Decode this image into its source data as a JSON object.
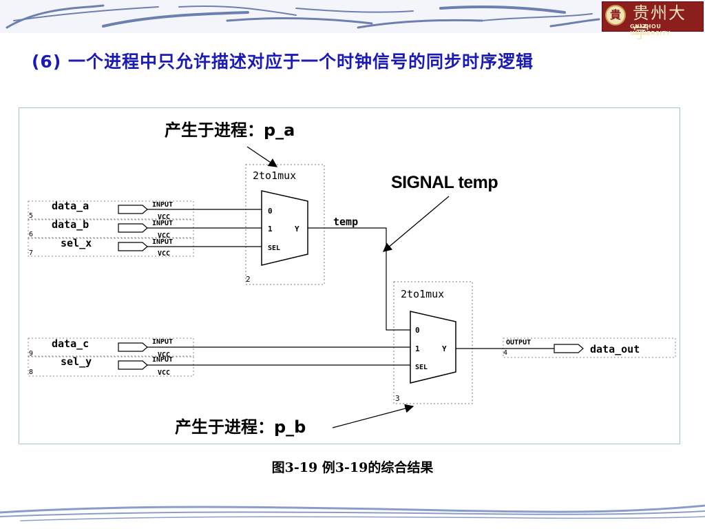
{
  "header": {
    "logo": {
      "seal_glyph": "貴",
      "name_cn": "贵州大学",
      "name_en": "GUIZHOU UNIVERSITY"
    }
  },
  "slide": {
    "title": "(6) 一个进程中只允许描述对应于一个时钟信号的同步时序逻辑",
    "caption": "图3-19  例3-19的综合结果"
  },
  "diagram": {
    "annotation_pa": "产生于进程：p_a",
    "annotation_pb": "产生于进程：p_b",
    "annotation_signal": "SIGNAL temp",
    "mux_top": {
      "label": "2to1mux",
      "id": "2",
      "port_0": "0",
      "port_1": "1",
      "port_sel": "SEL",
      "port_y": "Y"
    },
    "mux_bottom": {
      "label": "2to1mux",
      "id": "3",
      "port_0": "0",
      "port_1": "1",
      "port_sel": "SEL",
      "port_y": "Y"
    },
    "net_temp": "temp",
    "inputs_top": [
      {
        "name": "data_a",
        "pin": "5",
        "type": "INPUT",
        "vcc": "VCC"
      },
      {
        "name": "data_b",
        "pin": "6",
        "type": "INPUT",
        "vcc": "VCC"
      },
      {
        "name": "sel_x",
        "pin": "7",
        "type": "INPUT",
        "vcc": "VCC"
      }
    ],
    "inputs_bottom": [
      {
        "name": "data_c",
        "pin": "9",
        "type": "INPUT",
        "vcc": "VCC"
      },
      {
        "name": "sel_y",
        "pin": "8",
        "type": "INPUT",
        "vcc": "VCC"
      }
    ],
    "output": {
      "name": "data_out",
      "pin": "4",
      "type": "OUTPUT"
    }
  },
  "colors": {
    "title": "#1a1ab4",
    "panel_border": "#9ec6d6",
    "logo_bg": "#8c1e1e",
    "wire": "#000000"
  }
}
